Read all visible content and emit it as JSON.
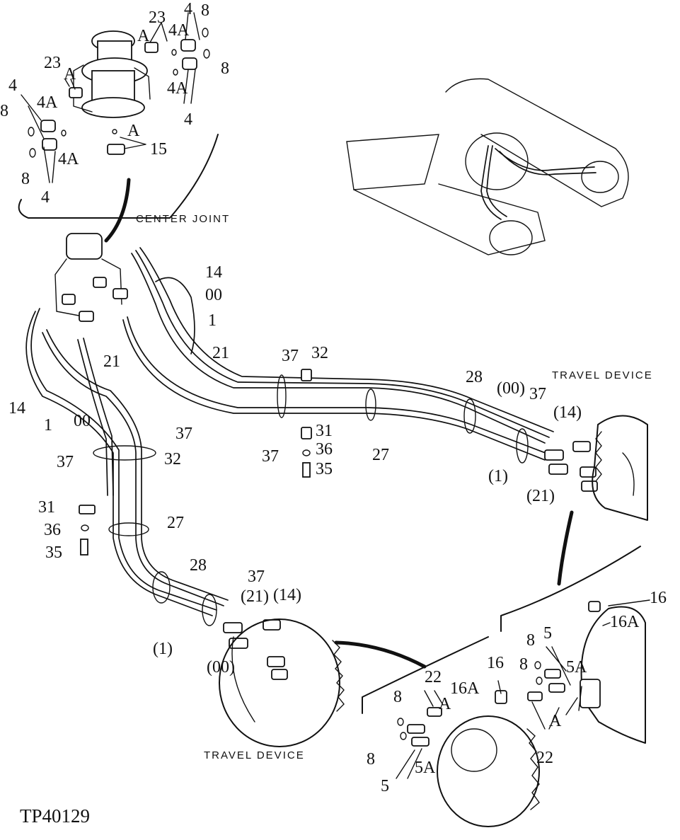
{
  "captions": {
    "center_joint": "CENTER JOINT",
    "travel_device_right": "TRAVEL DEVICE",
    "travel_device_bottom": "TRAVEL DEVICE",
    "figure_id": "TP40129"
  },
  "callouts": [
    {
      "id": "c01",
      "text": "23"
    },
    {
      "id": "c02",
      "text": "4"
    },
    {
      "id": "c03",
      "text": "8"
    },
    {
      "id": "c04",
      "text": "A"
    },
    {
      "id": "c05",
      "text": "4A"
    },
    {
      "id": "c06",
      "text": "23"
    },
    {
      "id": "c07",
      "text": "A"
    },
    {
      "id": "c08",
      "text": "8"
    },
    {
      "id": "c09",
      "text": "4A"
    },
    {
      "id": "c10",
      "text": "4"
    },
    {
      "id": "c11",
      "text": "4"
    },
    {
      "id": "c12",
      "text": "4A"
    },
    {
      "id": "c13",
      "text": "8"
    },
    {
      "id": "c14",
      "text": "A"
    },
    {
      "id": "c15",
      "text": "15"
    },
    {
      "id": "c16",
      "text": "4A"
    },
    {
      "id": "c17",
      "text": "8"
    },
    {
      "id": "c18",
      "text": "4"
    },
    {
      "id": "c19",
      "text": "14"
    },
    {
      "id": "c20",
      "text": "00"
    },
    {
      "id": "c21",
      "text": "1"
    },
    {
      "id": "c22",
      "text": "21"
    },
    {
      "id": "c23",
      "text": "21"
    },
    {
      "id": "c24",
      "text": "14"
    },
    {
      "id": "c25",
      "text": "1"
    },
    {
      "id": "c26",
      "text": "00"
    },
    {
      "id": "c27",
      "text": "37"
    },
    {
      "id": "c28",
      "text": "32"
    },
    {
      "id": "c29",
      "text": "37"
    },
    {
      "id": "c30",
      "text": "31"
    },
    {
      "id": "c31",
      "text": "36"
    },
    {
      "id": "c32",
      "text": "35"
    },
    {
      "id": "c33",
      "text": "27"
    },
    {
      "id": "c34",
      "text": "28"
    },
    {
      "id": "c35",
      "text": "(00)"
    },
    {
      "id": "c36",
      "text": "37"
    },
    {
      "id": "c37",
      "text": "(14)"
    },
    {
      "id": "c38",
      "text": "(1)"
    },
    {
      "id": "c39",
      "text": "(21)"
    },
    {
      "id": "c40",
      "text": "37"
    },
    {
      "id": "c41",
      "text": "37"
    },
    {
      "id": "c42",
      "text": "32"
    },
    {
      "id": "c43",
      "text": "31"
    },
    {
      "id": "c44",
      "text": "36"
    },
    {
      "id": "c45",
      "text": "35"
    },
    {
      "id": "c46",
      "text": "27"
    },
    {
      "id": "c47",
      "text": "28"
    },
    {
      "id": "c48",
      "text": "37"
    },
    {
      "id": "c49",
      "text": "(21)"
    },
    {
      "id": "c50",
      "text": "(14)"
    },
    {
      "id": "c51",
      "text": "(1)"
    },
    {
      "id": "c52",
      "text": "(00)"
    },
    {
      "id": "c53",
      "text": "16"
    },
    {
      "id": "c54",
      "text": "16A"
    },
    {
      "id": "c55",
      "text": "8"
    },
    {
      "id": "c56",
      "text": "5"
    },
    {
      "id": "c57",
      "text": "8"
    },
    {
      "id": "c58",
      "text": "5A"
    },
    {
      "id": "c59",
      "text": "A"
    },
    {
      "id": "c60",
      "text": "22"
    },
    {
      "id": "c61",
      "text": "16"
    },
    {
      "id": "c62",
      "text": "22"
    },
    {
      "id": "c63",
      "text": "16A"
    },
    {
      "id": "c64",
      "text": "A"
    },
    {
      "id": "c65",
      "text": "8"
    },
    {
      "id": "c66",
      "text": "8"
    },
    {
      "id": "c67",
      "text": "5A"
    },
    {
      "id": "c68",
      "text": "5"
    }
  ]
}
